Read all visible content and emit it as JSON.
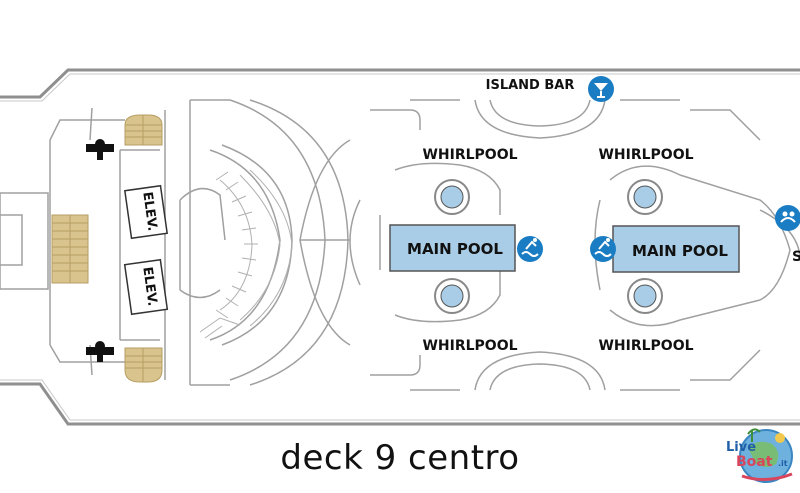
{
  "caption": "deck 9 centro",
  "labels": {
    "island_bar": "ISLAND BAR",
    "whirlpool_top_left": "WHIRLPOOL",
    "whirlpool_top_right": "WHIRLPOOL",
    "whirlpool_bottom_left": "WHIRLPOOL",
    "whirlpool_bottom_right": "WHIRLPOOL",
    "main_pool_left": "MAIN POOL",
    "main_pool_right": "MAIN POOL",
    "elev_top": "ELEV.",
    "elev_bottom": "ELEV.",
    "cut_off_label": "S"
  },
  "logo": {
    "line1": "Live",
    "line2": "Boat",
    "suffix": ".it"
  },
  "icons": [
    "cocktail-icon",
    "pool-swimmer-icon",
    "spa-icon",
    "restroom-icon"
  ],
  "colors": {
    "pool_fill": "#a9cde6",
    "badge_blue": "#1a7dc4",
    "stair_fill": "#d9c48e",
    "outline": "#9a9a9a"
  }
}
